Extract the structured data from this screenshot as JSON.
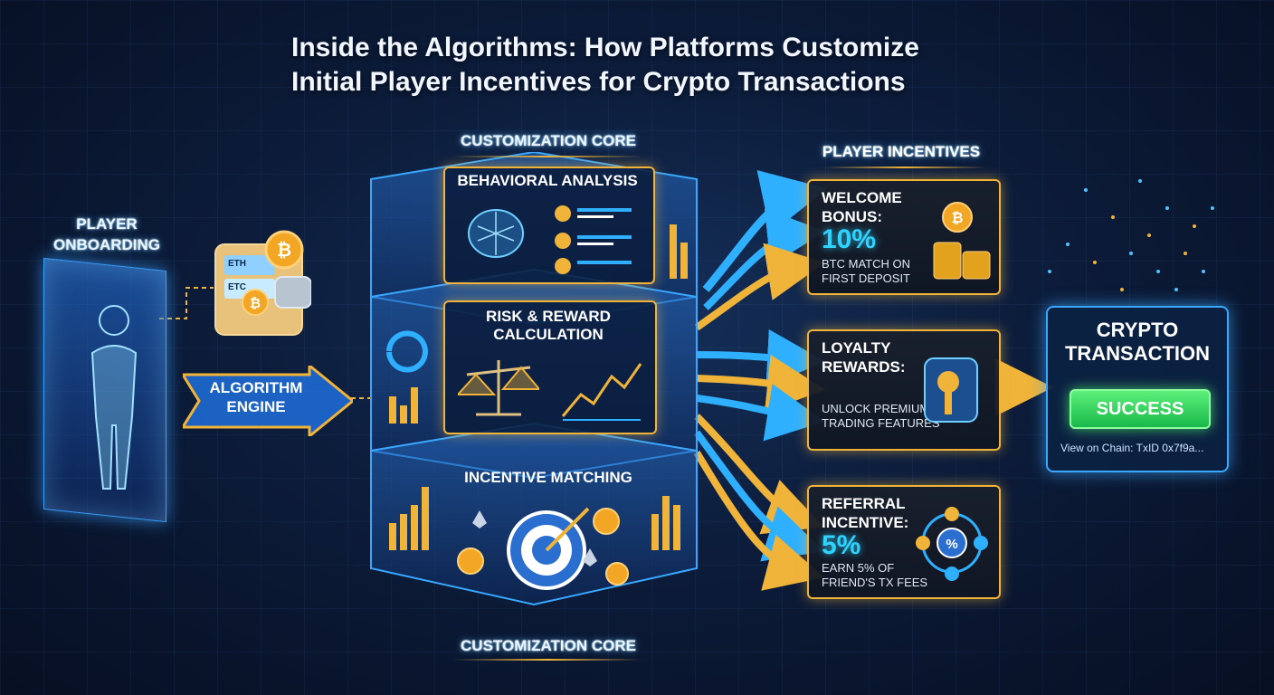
{
  "title": {
    "line1": "Inside the Algorithms: How Platforms Customize",
    "line2": "Initial Player Incentives for Crypto Transactions"
  },
  "onboarding": {
    "label_line1": "PLAYER",
    "label_line2": "ONBOARDING",
    "wallet_tokens": [
      "ETH",
      "ETC"
    ]
  },
  "algorithm_engine": {
    "line1": "ALGORITHM",
    "line2": "ENGINE"
  },
  "core": {
    "label_top": "CUSTOMIZATION CORE",
    "label_bottom": "CUSTOMIZATION CORE",
    "sections": {
      "behavioral": "BEHAVIORAL ANALYSIS",
      "risk_line1": "RISK & REWARD",
      "risk_line2": "CALCULATION",
      "matching": "INCENTIVE MATCHING"
    }
  },
  "incentives": {
    "header": "PLAYER INCENTIVES",
    "welcome": {
      "title": "WELCOME\nBONUS:",
      "value": "10%",
      "desc": "BTC MATCH ON\nFIRST DEPOSIT"
    },
    "loyalty": {
      "title": "LOYALTY\nREWARDS:",
      "desc": "UNLOCK PREMIUM\nTRADING FEATURES"
    },
    "referral": {
      "title": "REFERRAL\nINCENTIVE:",
      "value": "5%",
      "desc": "EARN 5% OF\nFRIEND'S TX FEES"
    }
  },
  "transaction": {
    "title_line1": "CRYPTO",
    "title_line2": "TRANSACTION",
    "status": "SUCCESS",
    "chain_link": "View on Chain: TxID 0x7f9a..."
  },
  "colors": {
    "accent_gold": "#f0b43a",
    "accent_blue": "#2fb0ff",
    "success_green": "#19b84a",
    "background": "#0c1c3a"
  },
  "icons": [
    "person-hologram-icon",
    "wallet-icon",
    "bitcoin-coin-icon",
    "brain-network-icon",
    "user-profile-icon",
    "balance-scale-icon",
    "line-chart-icon",
    "target-icon",
    "ethereum-icon",
    "coin-stack-icon",
    "key-lock-icon",
    "percent-network-icon"
  ]
}
